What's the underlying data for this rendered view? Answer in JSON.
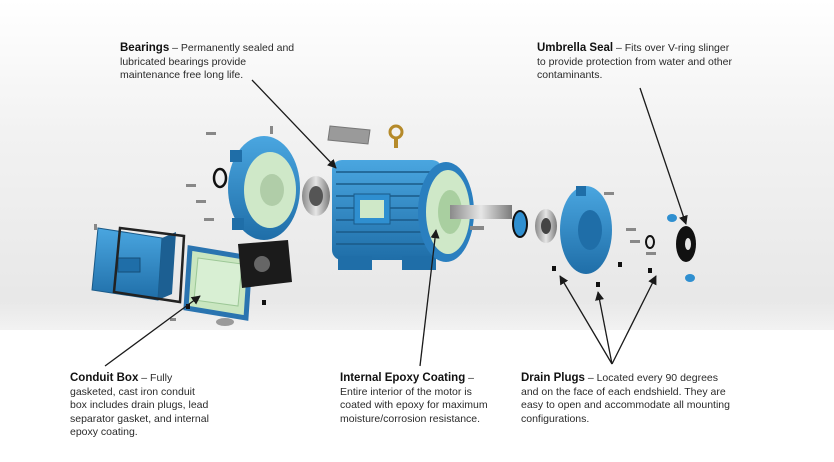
{
  "callouts": {
    "bearings": {
      "title": "Bearings",
      "text": "Permanently sealed and lubricated bearings provide maintenance free long life."
    },
    "umbrella_seal": {
      "title": "Umbrella Seal",
      "text": "Fits over V-ring slinger to provide protection from water and other contaminants."
    },
    "conduit_box": {
      "title": "Conduit Box",
      "text": "Fully gasketed, cast iron conduit box includes drain plugs, lead separator gasket, and internal epoxy coating."
    },
    "internal_epoxy": {
      "title": "Internal Epoxy Coating",
      "text": "Entire interior of the motor is coated with epoxy for maximum moisture/corrosion resistance."
    },
    "drain_plugs": {
      "title": "Drain Plugs",
      "text": "Located every 90 degrees and on the face of each endshield. They are easy to open and accommodate all mounting configurations."
    }
  },
  "separator": " – ",
  "colors": {
    "motor_blue": "#2f8fd0",
    "motor_blue_dark": "#1f6ea8",
    "epoxy_green": "#cfe8c8",
    "arrow": "#1a1a1a"
  }
}
